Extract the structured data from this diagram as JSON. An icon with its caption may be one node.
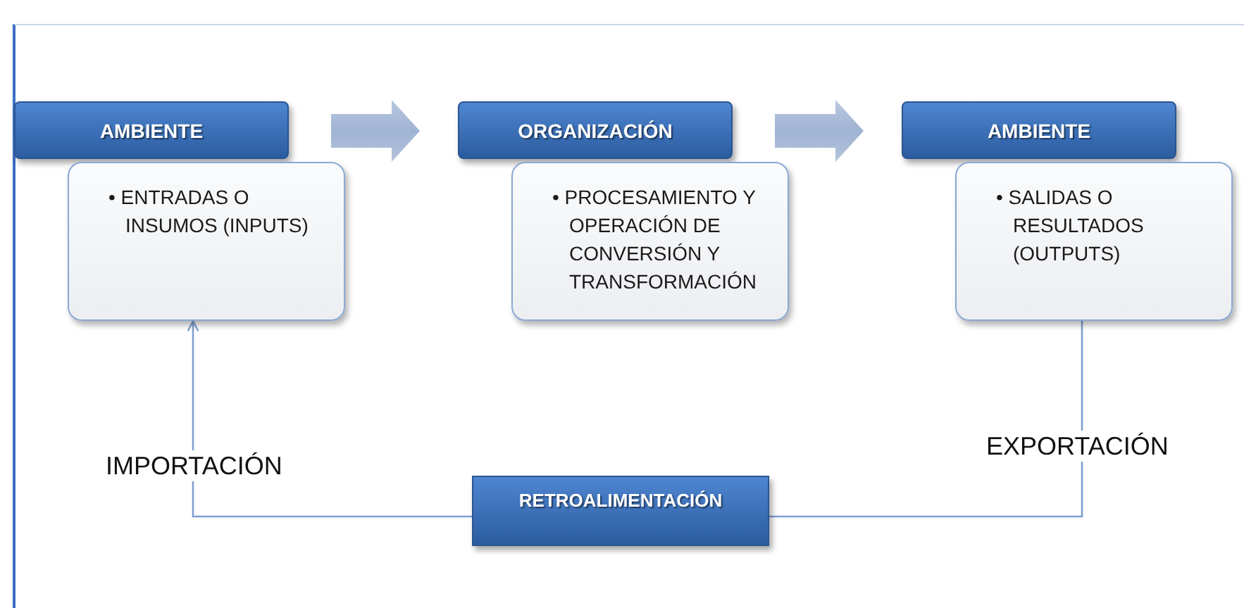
{
  "diagram": {
    "nodes": [
      {
        "text": [
          "AMBIENTE"
        ]
      },
      {
        "text": [
          "• ENTRADAS O INSUMOS (INPUTS)"
        ]
      },
      {
        "text": [
          "ORGANIZACIÓN"
        ]
      },
      {
        "text": [
          "• PROCESAMIENTO Y OPERACIÓN DE CONVERSIÓN Y TRANSFORMACIÓN"
        ]
      },
      {
        "text": [
          "AMBIENTE"
        ]
      },
      {
        "text": [
          "• SALIDAS O RESULTADOS (OUTPUTS)"
        ]
      },
      {
        "text": [
          "RETROALIMENTACIÓN"
        ]
      }
    ],
    "edges": [
      {
        "from": 0,
        "to": 2,
        "arrow": "to",
        "style": "thick"
      },
      {
        "from": 2,
        "to": 4,
        "arrow": "to",
        "style": "thick"
      },
      {
        "from": 5,
        "to": 6,
        "arrow": "none",
        "label": "EXPORTACIÓN"
      },
      {
        "from": 6,
        "to": 1,
        "arrow": "to",
        "label": "IMPORTACIÓN"
      }
    ]
  }
}
